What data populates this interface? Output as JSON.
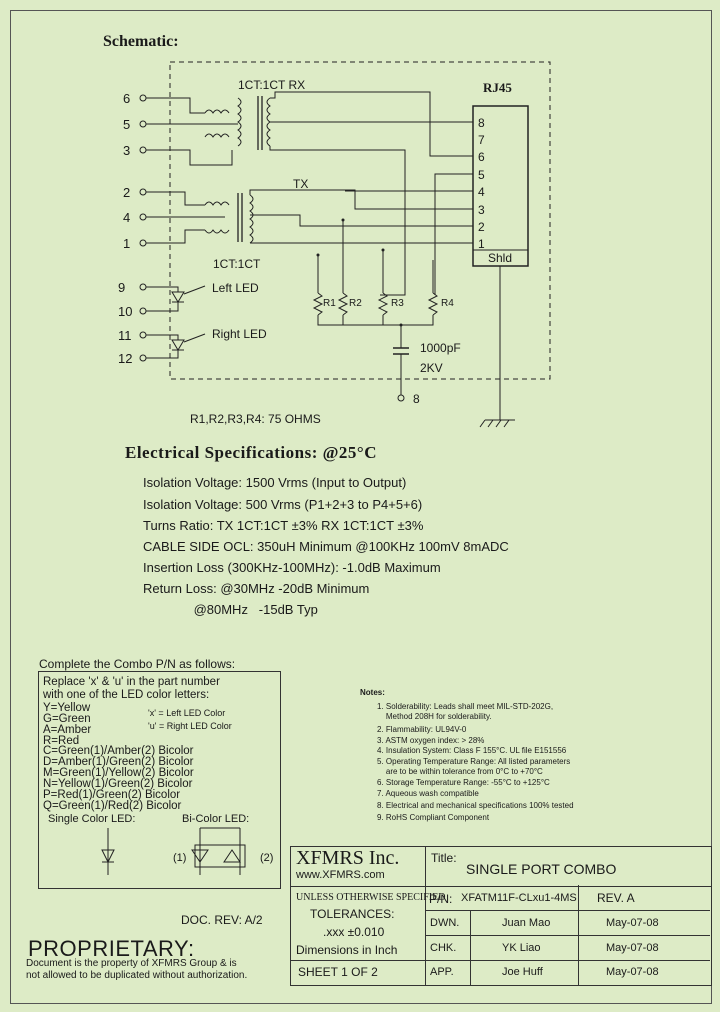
{
  "schematic": {
    "title": "Schematic:",
    "rx_label": "1CT:1CT  RX",
    "tx_label": "TX",
    "tx_ratio": "1CT:1CT",
    "rj45_label": "RJ45",
    "shield_label": "Shld",
    "left_pins": [
      "6",
      "5",
      "3",
      "2",
      "4",
      "1"
    ],
    "led_pins": [
      "9",
      "10",
      "11",
      "12"
    ],
    "rj45_pins": [
      "8",
      "7",
      "6",
      "5",
      "4",
      "3",
      "2",
      "1"
    ],
    "left_led": "Left LED",
    "right_led": "Right LED",
    "resistors": [
      "R1",
      "R2",
      "R3",
      "R4"
    ],
    "cap_value": "1000pF",
    "cap_voltage": "2KV",
    "ground_pin": "8",
    "resistor_note": "R1,R2,R3,R4: 75 OHMS"
  },
  "electrical": {
    "title": "Electrical  Specifications: @25°C",
    "lines": [
      "Isolation Voltage:  1500 Vrms (Input to Output)",
      "Isolation Voltage:  500 Vrms (P1+2+3 to P4+5+6)",
      "Turns Ratio: TX 1CT:1CT ±3% RX 1CT:1CT ±3%",
      "CABLE SIDE OCL: 350uH Minimum @100KHz 100mV 8mADC",
      "Insertion Loss (300KHz-100MHz): -1.0dB Maximum",
      "Return Loss: @30MHz   -20dB Minimum",
      "              @80MHz   -15dB Typ"
    ]
  },
  "combo": {
    "heading": "Complete the Combo P/N as follows:",
    "lines": [
      "Replace 'x' & 'u' in the part number",
      "with one of the LED color letters:",
      "Y=Yellow",
      "G=Green",
      "A=Amber",
      "R=Red",
      "C=Green(1)/Amber(2) Bicolor",
      "D=Amber(1)/Green(2) Bicolor",
      "M=Green(1)/Yellow(2) Bicolor",
      "N=Yellow(1)/Green(2) Bicolor",
      "P=Red(1)/Green(2) Bicolor",
      "Q=Green(1)/Red(2) Bicolor"
    ],
    "x_note": "'x' = Left LED Color",
    "u_note": "'u' = Right LED Color",
    "single_led": "Single Color LED:",
    "bi_led": "Bi-Color LED:",
    "bi_1": "(1)",
    "bi_2": "(2)"
  },
  "notes": {
    "title": "Notes:",
    "items": [
      "1. Solderability: Leads shall meet MIL-STD-202G,",
      "    Method 208H for solderability.",
      "2. Flammability: UL94V-0",
      "3. ASTM oxygen index: > 28%",
      "4. Insulation System: Class F 155°C. UL file E151556",
      "5. Operating Temperature Range: All listed parameters",
      "    are to be within tolerance from 0°C to +70°C",
      "6. Storage Temperature Range: -55°C to +125°C",
      "7. Aqueous wash compatible",
      "8. Electrical and mechanical specifications 100% tested",
      "9. RoHS Compliant Component"
    ]
  },
  "title_block": {
    "company": "XFMRS Inc.",
    "website": "www.XFMRS.com",
    "title_label": "Title:",
    "title_value": "SINGLE PORT COMBO",
    "unless": "UNLESS OTHERWISE SPECIFIED",
    "tolerances": "TOLERANCES:",
    "tol_value": ".xxx ±0.010",
    "dimensions": "Dimensions in Inch",
    "sheet": "SHEET  1  OF  2",
    "pn_label": "P/N:",
    "pn_value": "XFATM11F-CLxu1-4MS",
    "rev": "REV. A",
    "dwn_label": "DWN.",
    "dwn_name": "Juan Mao",
    "dwn_date": "May-07-08",
    "chk_label": "CHK.",
    "chk_name": "YK Liao",
    "chk_date": "May-07-08",
    "app_label": "APP.",
    "app_name": "Joe Huff",
    "app_date": "May-07-08",
    "doc_rev": "DOC. REV: A/2",
    "proprietary": "PROPRIETARY:",
    "prop_line1": "Document is the property of XFMRS Group & is",
    "prop_line2": "not allowed to be duplicated without authorization."
  }
}
